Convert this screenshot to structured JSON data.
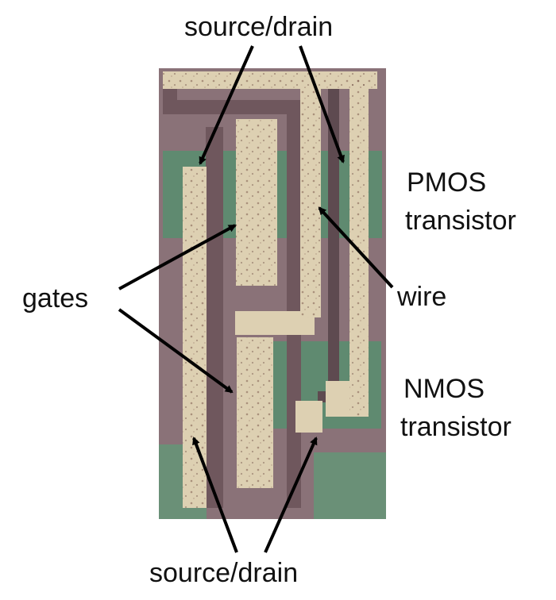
{
  "labels": {
    "source_drain_top": "source/drain",
    "source_drain_bottom": "source/drain",
    "gates": "gates",
    "wire": "wire",
    "pmos_line1": "PMOS",
    "pmos_line2": "transistor",
    "nmos_line1": "NMOS",
    "nmos_line2": "transistor"
  },
  "colors": {
    "substrate_green": "#5f8a70",
    "oxide_mauve": "#8a7278",
    "metal_cream": "#ddd0b2",
    "arrow": "#000000",
    "text": "#111111"
  }
}
